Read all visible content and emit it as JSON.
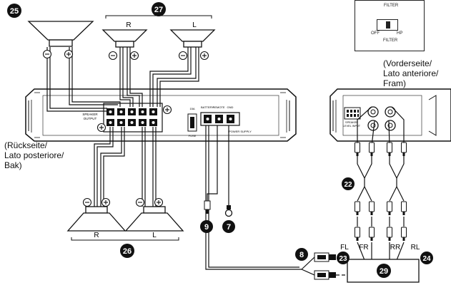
{
  "callouts": {
    "c25": "25",
    "c27": "27",
    "c26": "26",
    "c9": "9",
    "c7": "7",
    "c8": "8",
    "c22": "22",
    "c23": "23",
    "c24": "24",
    "c29": "29"
  },
  "speaker_labels": {
    "top_r": "R",
    "top_l": "L",
    "bottom_r": "R",
    "bottom_l": "L"
  },
  "polarity": {
    "minus": "⊖",
    "plus": "⊕"
  },
  "labels": {
    "rear_side": "(Rückseite/\nLato posteriore/\nBak)",
    "front_side": "(Vorderseite/\nLato anteriore/\nFram)"
  },
  "amp_rear": {
    "speaker_output": "SPEAKER\nOUTPUT",
    "battery": "BATTERY",
    "remote": "REMOTE",
    "gnd": "GND",
    "power_supply": "POWER SUPPLY",
    "fuse": "FUSE",
    "fuse_rating": "15A"
  },
  "amp_front": {
    "speaker_level_input": "SPEAKER\nLEVEL INPUT"
  },
  "filter_inset": {
    "filter_top": "FILTER",
    "off": "OFF",
    "hp": "HP",
    "filter_bottom": "FILTER"
  },
  "channels": {
    "fl": "FL",
    "fr": "FR",
    "rr": "RR",
    "rl": "RL"
  }
}
